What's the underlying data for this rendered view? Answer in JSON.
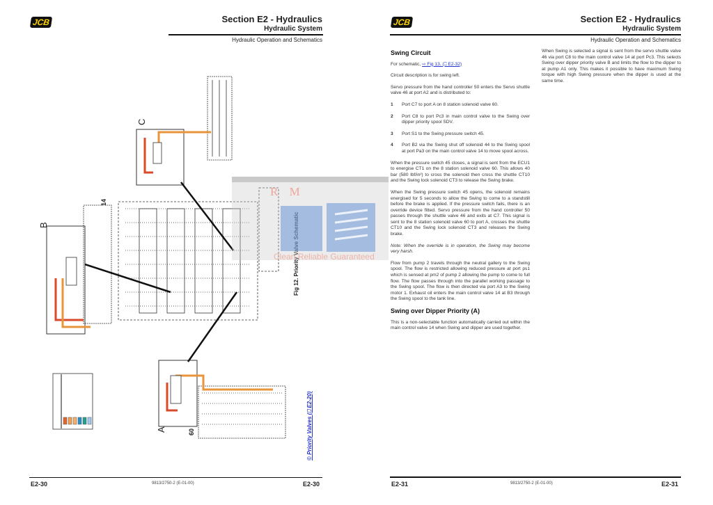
{
  "left_page": {
    "logo": "JCB",
    "section_title": "Section E2 - Hydraulics",
    "subtitle": "Hydraulic System",
    "topic": "Hydraulic Operation and Schematics",
    "diagram_labels": {
      "c": "C",
      "b": "B",
      "a": "A",
      "valve_14": "14",
      "valve_60": "60"
    },
    "figure_caption": "Fig 12. Priority Valve Schematic",
    "link": "© Priority Valves (⎕ E2-20)",
    "legend_colors": [
      "#e0662a",
      "#f0a050",
      "#f5b070",
      "#2a8fc8",
      "#20a090",
      "#a0c8f0",
      "#f0e040"
    ],
    "footer": {
      "page_left": "E2-30",
      "code": "9813/2750-2 (E-01-00)",
      "page_right": "E2-30"
    }
  },
  "right_page": {
    "logo": "JCB",
    "section_title": "Section E2 - Hydraulics",
    "subtitle": "Hydraulic System",
    "topic": "Hydraulic Operation and Schematics",
    "heading1": "Swing Circuit",
    "schematic_prefix": "For schematic, ",
    "schematic_link": "⇨ Fig 13. (⎕ E2-32)",
    "p1": "Circuit description is for swing left.",
    "p2": "Servo pressure from the hand controller 50 enters the Servo shuttle valve 46 at port A2 and is distributed to:",
    "list": [
      {
        "n": "1",
        "text": "Port C7 to port A on 8 station solenoid valve 60."
      },
      {
        "n": "2",
        "text": "Port C8 to port Pc3 in main control valve to the Swing over dipper priority spool SDV."
      },
      {
        "n": "3",
        "text": "Port S1 to the Swing pressure switch 45."
      },
      {
        "n": "4",
        "text": "Port B2 via the Swing shut off solenoid 44 to the Swing spool at port Pa3 on the main control valve 14 to move spool across."
      }
    ],
    "p3": "When the pressure switch 45 closes, a signal is sent from the ECU1 to energise CT1 on the 8 station solenoid valve 60. This allows 40 bar (580 lbf/in²) to cross the solenoid then cross the shuttle CT10 and the Swing lock solenoid CT3 to release the Swing brake.",
    "p4": "When the Swing pressure switch 45 opens, the solenoid remains energised for 5 seconds to allow the Swing to come to a standstill before the brake is applied. If the pressure switch fails, there is an override device fitted. Servo pressure from the hand controller 50 passes through the shuttle valve 46 and exits at C7. This signal is sent to the 8 station solenoid valve 60 to port A, crosses the shuttle CT10 and the Swing lock solenoid CT3 and releases the Swing brake.",
    "note": "Note: When the override is in operation, the Swing may become very harsh.",
    "p5": "Flow from pump 2 travels through the neutral gallery to the Swing spool. The flow is restricted allowing reduced pressure at port ps1 which is sensed at pm2 of pump 2 allowing the pump to come to full flow. The flow passes through into the parallel working passage to the Swing spool. The flow is then directed via port A3 to the Swing motor 1. Exhaust oil enters the main control valve 14 at B3 through the Swing spool to the tank line.",
    "heading2": "Swing over Dipper Priority (A)",
    "p6": "This is a non-selectable function automatically carried out within the main control valve 14 when Swing and dipper are used together.",
    "p7": "When Swing is selected a signal is sent from the servo shuttle valve 46 via port C8 to the main control valve 14 at port Pc3. This selects Swing over dipper priority valve B and limits the flow to the dipper to at pump A1 only. This makes it possible to have maximum Swing torque with high Swing pressure when the dipper is used at the same time.",
    "footer": {
      "page_left": "E2-31",
      "code": "9813/2750-2 (E-01-00)",
      "page_right": "E2-31"
    }
  },
  "watermark": {
    "brand": "R M",
    "tagline": "Clean Reliable Guaranteed"
  }
}
